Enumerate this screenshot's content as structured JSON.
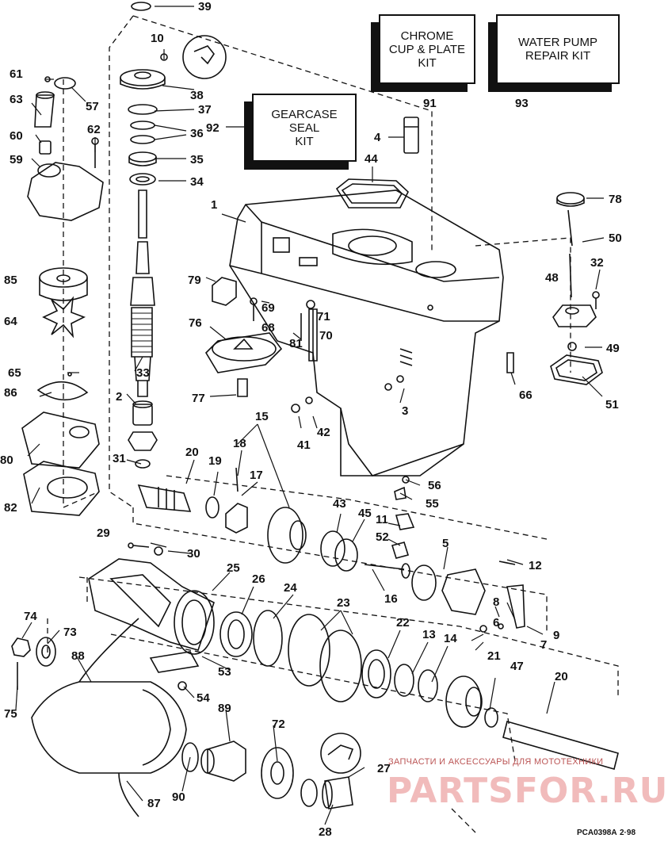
{
  "kits": {
    "chrome": "CHROME CUP & PLATE KIT",
    "chrome_lines": [
      "CHROME",
      "CUP & PLATE",
      "KIT"
    ],
    "water_pump_lines": [
      "WATER PUMP",
      "REPAIR KIT"
    ],
    "gearcase_lines": [
      "GEARCASE",
      "SEAL",
      "KIT"
    ]
  },
  "callouts": {
    "c1": "1",
    "c2": "2",
    "c3": "3",
    "c4": "4",
    "c5": "5",
    "c6": "6",
    "c7": "7",
    "c8": "8",
    "c9": "9",
    "c10": "10",
    "c11": "11",
    "c12": "12",
    "c13": "13",
    "c14": "14",
    "c15": "15",
    "c16": "16",
    "c17": "17",
    "c18": "18",
    "c19": "19",
    "c20a": "20",
    "c20b": "20",
    "c21": "21",
    "c22": "22",
    "c23": "23",
    "c24": "24",
    "c25": "25",
    "c26": "26",
    "c27": "27",
    "c28": "28",
    "c29": "29",
    "c30": "30",
    "c31": "31",
    "c32": "32",
    "c33": "33",
    "c34": "34",
    "c35": "35",
    "c36": "36",
    "c37": "37",
    "c38": "38",
    "c39": "39",
    "c41": "41",
    "c42": "42",
    "c43": "43",
    "c44": "44",
    "c45": "45",
    "c47": "47",
    "c48": "48",
    "c49": "49",
    "c50": "50",
    "c51": "51",
    "c52": "52",
    "c53": "53",
    "c54": "54",
    "c55": "55",
    "c56": "56",
    "c57": "57",
    "c59": "59",
    "c60": "60",
    "c61": "61",
    "c62": "62",
    "c63": "63",
    "c64": "64",
    "c65": "65",
    "c66": "66",
    "c68": "68",
    "c69": "69",
    "c70": "70",
    "c71": "71",
    "c72": "72",
    "c73": "73",
    "c74": "74",
    "c75": "75",
    "c76": "76",
    "c77": "77",
    "c78": "78",
    "c79": "79",
    "c80": "80",
    "c81": "81",
    "c82": "82",
    "c85": "85",
    "c86": "86",
    "c87": "87",
    "c88": "88",
    "c89": "89",
    "c90": "90",
    "c91": "91",
    "c92": "92",
    "c93": "93"
  },
  "footer": {
    "watermark_caption": "ЗАПЧАСТИ И АКСЕССУАРЫ ДЛЯ МОТОТЕХНИКИ",
    "watermark_brand": "PARTSFOR.RU",
    "drawing_code": "PCA0398A",
    "drawing_date": "2·98"
  }
}
